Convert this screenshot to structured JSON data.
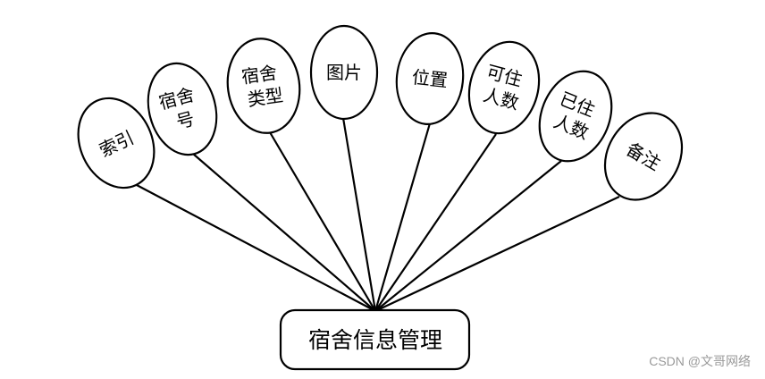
{
  "entity": {
    "label": "宿舍信息管理"
  },
  "attributes": [
    {
      "id": "index",
      "lines": [
        "索引"
      ]
    },
    {
      "id": "dorm-no",
      "lines": [
        "宿舍",
        "号"
      ]
    },
    {
      "id": "dorm-type",
      "lines": [
        "宿舍",
        "类型"
      ]
    },
    {
      "id": "image",
      "lines": [
        "图片"
      ]
    },
    {
      "id": "location",
      "lines": [
        "位置"
      ]
    },
    {
      "id": "capacity",
      "lines": [
        "可住",
        "人数"
      ]
    },
    {
      "id": "occupied",
      "lines": [
        "已住",
        "人数"
      ]
    },
    {
      "id": "remark",
      "lines": [
        "备注"
      ]
    }
  ],
  "watermark": "CSDN @文哥网络"
}
